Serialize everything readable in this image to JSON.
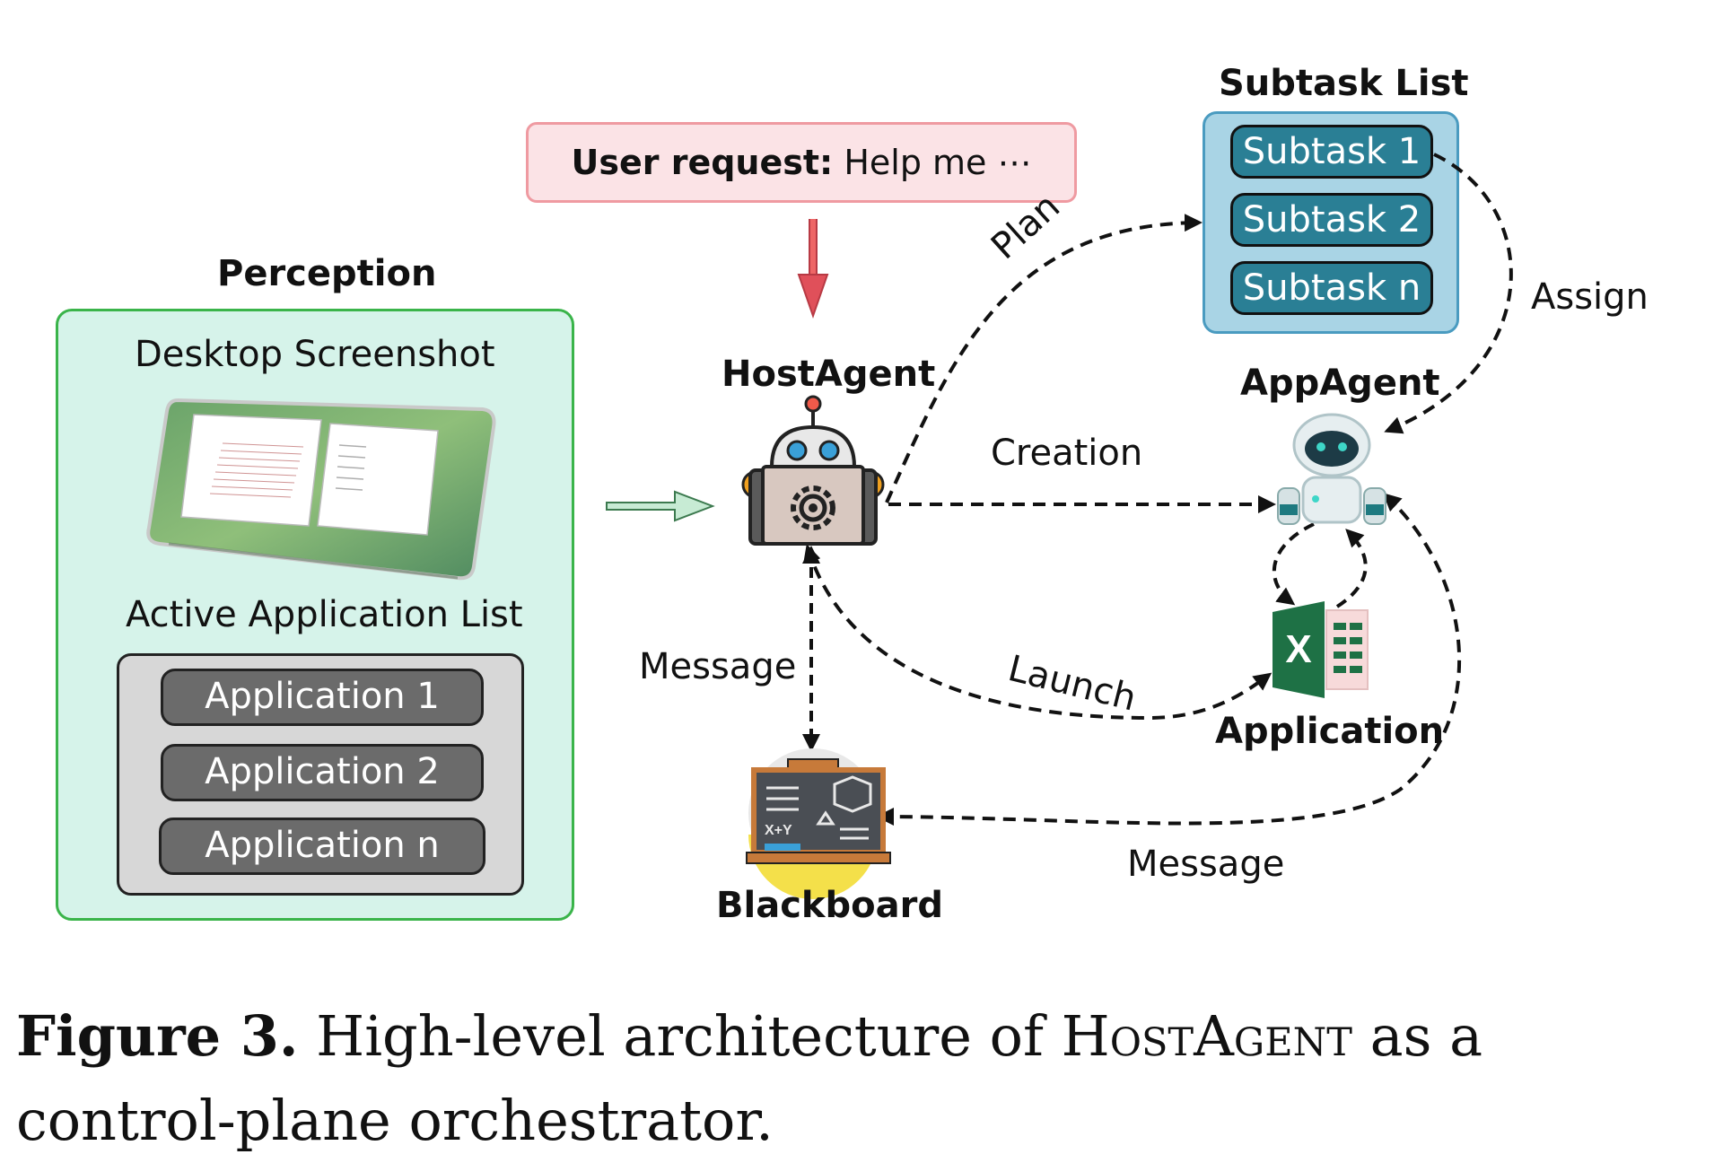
{
  "perception": {
    "title": "Perception",
    "screenshot_label": "Desktop Screenshot",
    "app_list_label": "Active Application List",
    "apps": [
      "Application 1",
      "Application 2",
      "Application n"
    ]
  },
  "user_request": {
    "bold": "User request:",
    "text": " Help me ⋯"
  },
  "host_agent": {
    "label": "HostAgent"
  },
  "subtasks": {
    "title": "Subtask List",
    "items": [
      "Subtask 1",
      "Subtask 2",
      "Subtask n"
    ]
  },
  "app_agent": {
    "label": "AppAgent"
  },
  "application": {
    "label": "Application"
  },
  "blackboard": {
    "label": "Blackboard"
  },
  "edges": {
    "plan": "Plan",
    "assign": "Assign",
    "creation": "Creation",
    "message_left": "Message",
    "launch": "Launch",
    "message_bottom": "Message"
  },
  "caption": {
    "bold": "Figure 3.",
    "text1": " High-level architecture of ",
    "smallcaps": "HostAgent",
    "text2": " as a control-plane orchestrator."
  },
  "colors": {
    "perception_fill": "#d6f3ea",
    "perception_border": "#3ab44a",
    "subtask_fill": "#2a7f95",
    "request_fill": "#fbe3e6",
    "request_border": "#ef9aa1",
    "down_arrow": "#e0505a",
    "excel_green": "#1e7145"
  }
}
